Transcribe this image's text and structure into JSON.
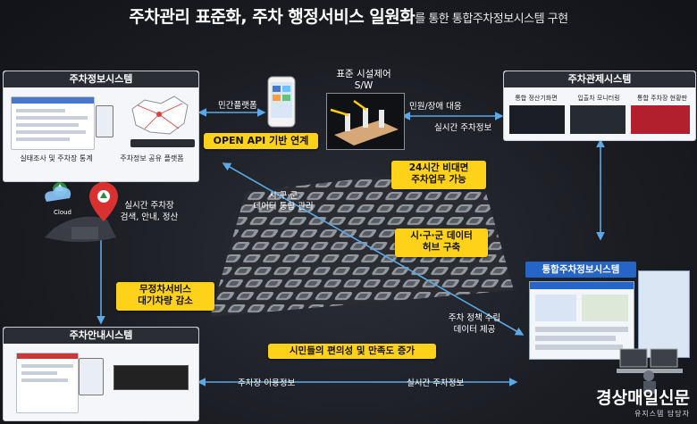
{
  "title": {
    "main": "주차관리 표준화, 주차 행정서비스 일원화",
    "suffix": "를 통한 통합주차정보시스템 구현"
  },
  "systems": {
    "info": {
      "title": "주차정보시스템",
      "caption_left": "실태조사 및 주차장 통계",
      "caption_right": "주차정보 공유 플랫폼"
    },
    "facility": {
      "title": "표준 시설제어",
      "subtitle": "S/W"
    },
    "control": {
      "title": "주차관제시스템",
      "cols": [
        "통합 정산기화면",
        "입출차 모니터링",
        "통합 주차장 현황판"
      ]
    },
    "guide": {
      "title": "주차안내시스템"
    },
    "integrated": {
      "title": "통합주차정보시스템"
    }
  },
  "labels": {
    "private_platform": "민간플랫폼",
    "complaint": "민원/장애 대응",
    "realtime_info": "실시간 주차정보",
    "sgg_data_1": "시·구·군",
    "sgg_data_2": "데이터 통합 관리",
    "realtime_lot_1": "실시간 주차장",
    "realtime_lot_2": "검색, 안내, 정산",
    "policy_1": "주차 정책 수립",
    "policy_2": "데이터 제공",
    "usage_info": "주차장 이용정보",
    "realtime_info_2": "실시간 주차정보",
    "cloud": "Cloud"
  },
  "badges": {
    "open_api": "OPEN API 기반 연계",
    "nonface_1": "24시간 비대면",
    "nonface_2": "주차업무 가능",
    "hub_1": "시·구·군 데이터",
    "hub_2": "허브 구축",
    "nostop_1": "무정차서비스",
    "nostop_2": "대기차량 감소",
    "citizen": "시민들의 편의성 및 만족도 증가"
  },
  "logo": {
    "name": "경상매일신문",
    "sub": "유지스템 담당자"
  },
  "colors": {
    "badge": "#ffd21a",
    "arrow": "#5aa9e6",
    "bg": "#1b1d23"
  }
}
